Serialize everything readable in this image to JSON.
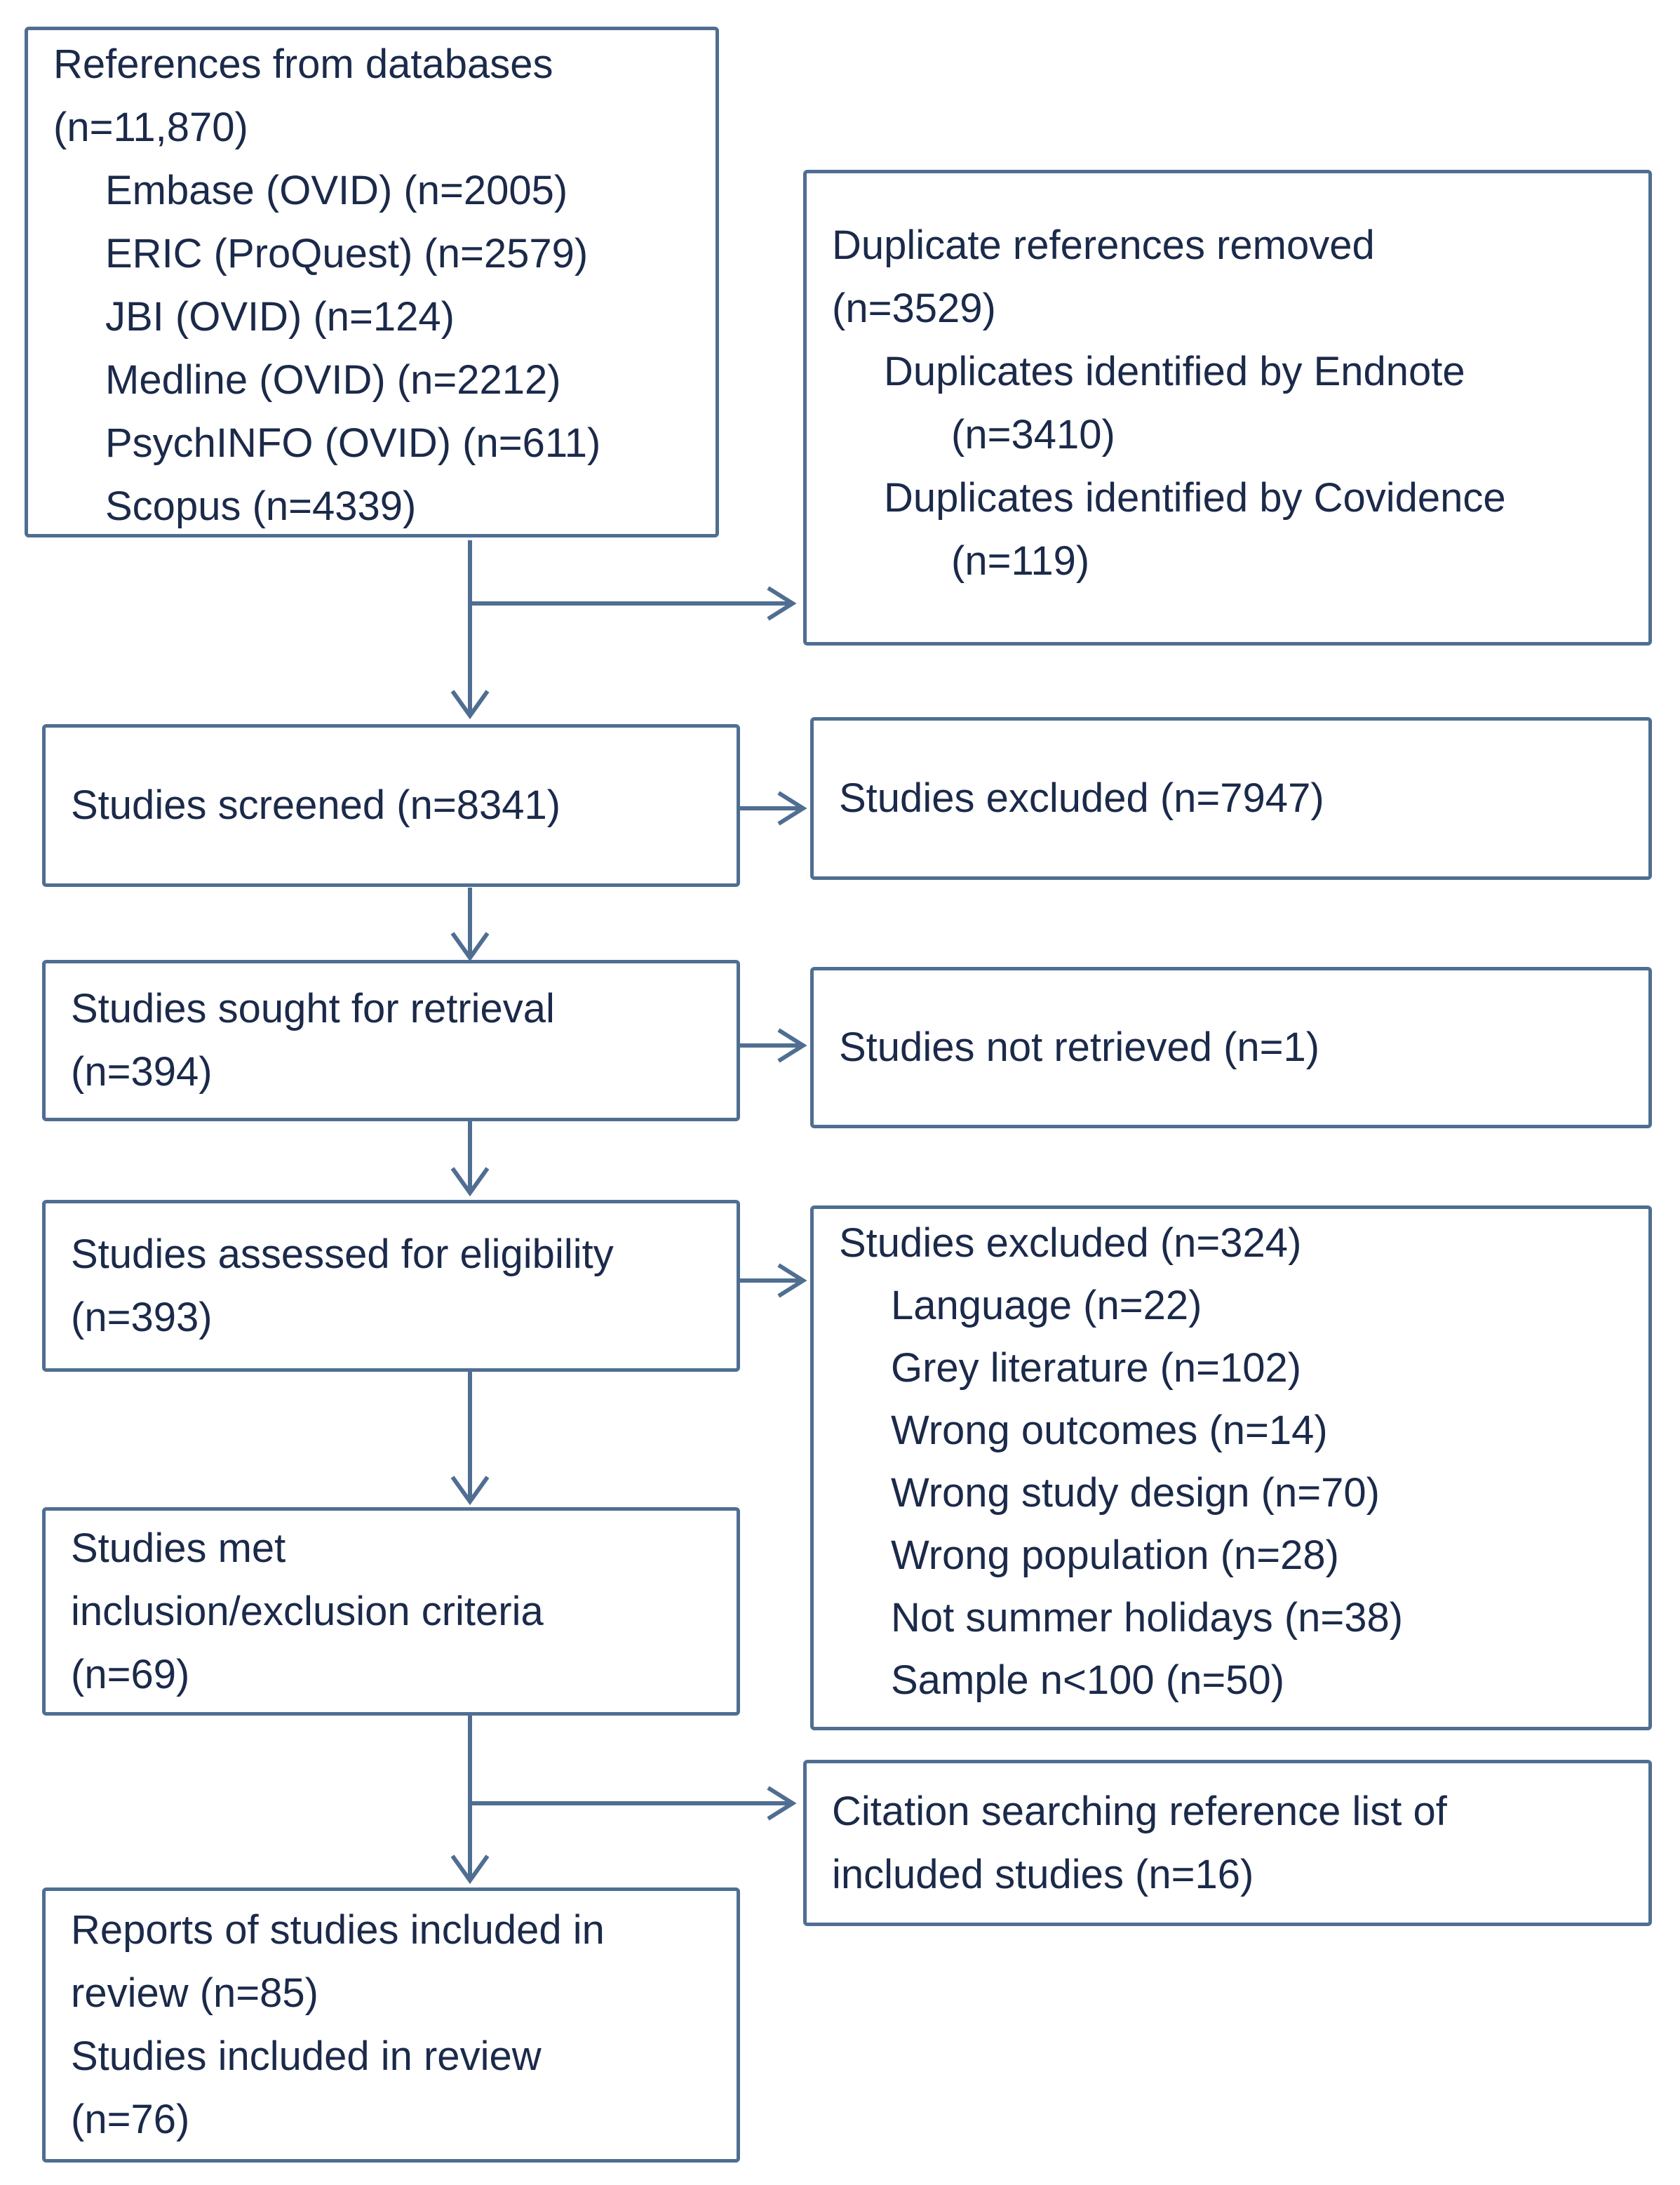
{
  "boxes": {
    "databases": {
      "lines": [
        "References from databases",
        "(n=11,870)",
        "Embase (OVID) (n=2005)",
        "ERIC (ProQuest) (n=2579)",
        "JBI (OVID) (n=124)",
        "Medline (OVID) (n=2212)",
        "PsychINFO (OVID) (n=611)",
        "Scopus (n=4339)"
      ]
    },
    "duplicates": {
      "lines": [
        "Duplicate references removed",
        "(n=3529)",
        "Duplicates identified by Endnote",
        "(n=3410)",
        "Duplicates identified by Covidence",
        "(n=119)"
      ]
    },
    "screened": {
      "lines": [
        "Studies screened (n=8341)"
      ]
    },
    "excluded_screen": {
      "lines": [
        "Studies excluded (n=7947)"
      ]
    },
    "sought": {
      "lines": [
        "Studies sought for retrieval",
        "(n=394)"
      ]
    },
    "not_retrieved": {
      "lines": [
        "Studies not retrieved (n=1)"
      ]
    },
    "assessed": {
      "lines": [
        "Studies assessed  for eligibility",
        "(n=393)"
      ]
    },
    "excluded_full": {
      "lines": [
        "Studies excluded (n=324)",
        "Language (n=22)",
        "Grey literature (n=102)",
        "Wrong outcomes (n=14)",
        "Wrong study design (n=70)",
        "Wrong population (n=28)",
        "Not summer holidays (n=38)",
        "Sample n<100 (n=50)"
      ]
    },
    "met_criteria": {
      "lines": [
        "Studies met",
        "inclusion/exclusion criteria",
        "(n=69)"
      ]
    },
    "citation": {
      "lines": [
        "Citation searching reference list of",
        "included studies  (n=16)"
      ]
    },
    "included": {
      "lines": [
        "Reports of studies included in",
        "review (n=85)",
        "Studies included in review",
        "(n=76)"
      ]
    }
  },
  "colors": {
    "border": "#4f6e91",
    "text": "#1b2a4a",
    "arrow": "#4f6e91"
  }
}
